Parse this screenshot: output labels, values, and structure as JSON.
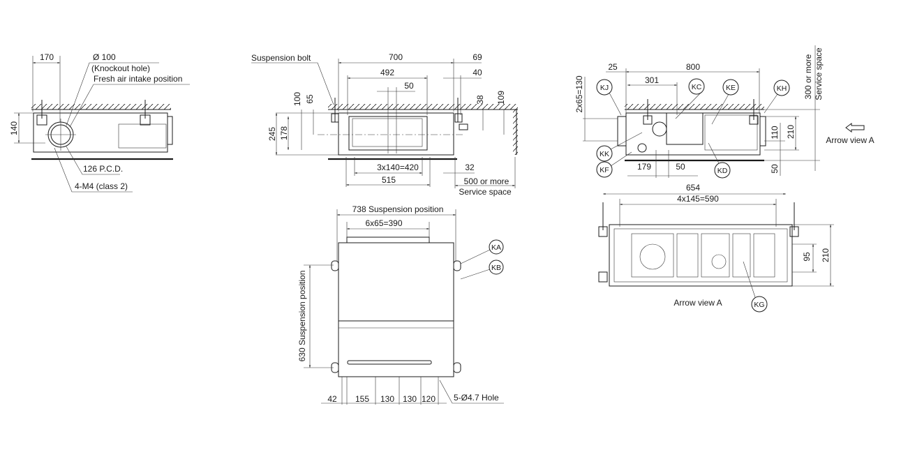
{
  "side_view": {
    "dim_170": "170",
    "dim_140": "140",
    "knockout_diameter": "Ø 100",
    "knockout_label": "(Knockout hole)",
    "fresh_air_label": "Fresh air intake position",
    "pcd_label": "126 P.C.D.",
    "screw_label": "4-M4 (class 2)"
  },
  "front_view": {
    "suspension_bolt": "Suspension bolt",
    "dim_700": "700",
    "dim_69": "69",
    "dim_492": "492",
    "dim_40": "40",
    "dim_50": "50",
    "dim_100": "100",
    "dim_65": "65",
    "dim_38": "38",
    "dim_109": "109",
    "dim_245": "245",
    "dim_178": "178",
    "dim_420": "3x140=420",
    "dim_515": "515",
    "dim_32": "32",
    "service_500": "500 or more",
    "service_space": "Service space"
  },
  "bottom_view": {
    "dim_738": "738 Suspension position",
    "dim_390": "6x65=390",
    "dim_630": "630 Suspension position",
    "bottom_dims": [
      "42",
      "155",
      "130",
      "130",
      "120"
    ],
    "hole_label": "5-Ø4.7 Hole",
    "markers": [
      "KA",
      "KB"
    ]
  },
  "rear_view": {
    "dim_25": "25",
    "dim_800": "800",
    "dim_301": "301",
    "dim_130": "2x65=130",
    "dim_179": "179",
    "dim_50": "50",
    "dim_110": "110",
    "dim_210": "210",
    "dim_50b": "50",
    "service_300": "300 or more",
    "service_space": "Service space",
    "arrow_label": "Arrow view A",
    "markers": [
      "KJ",
      "KC",
      "KE",
      "KH",
      "KK",
      "KF",
      "KD"
    ]
  },
  "arrow_view": {
    "dim_654": "654",
    "dim_590": "4x145=590",
    "dim_95": "95",
    "dim_210": "210",
    "title": "Arrow view A",
    "marker": "KG"
  }
}
